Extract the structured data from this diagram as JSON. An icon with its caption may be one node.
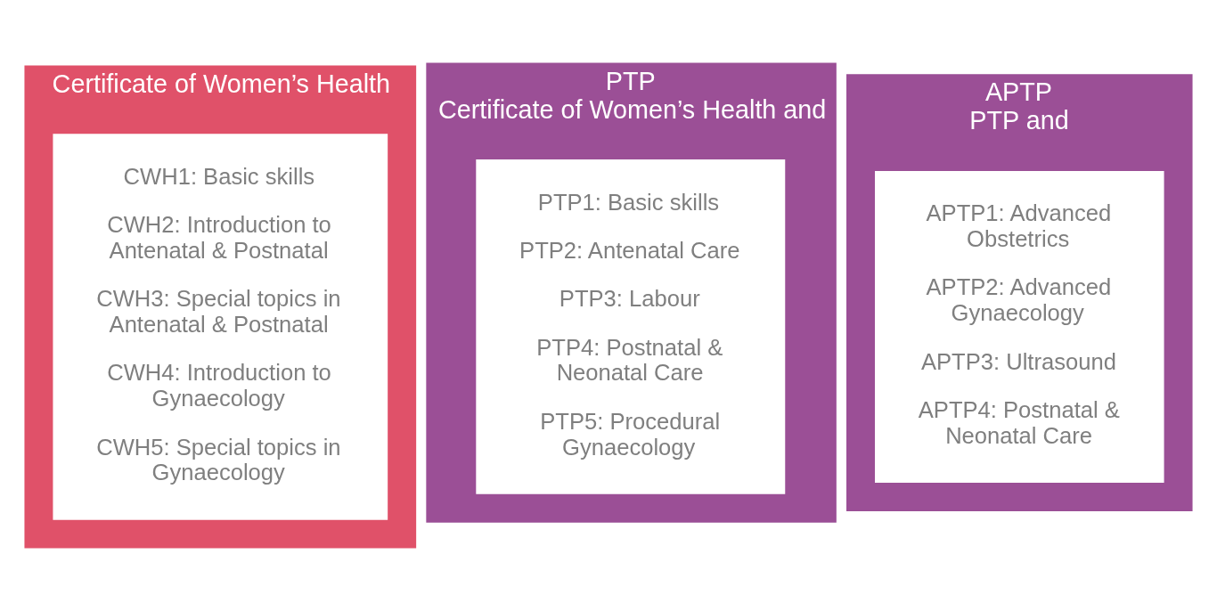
{
  "diagram": {
    "nodes": [
      {
        "text": [
          "Certificate of Women’s Health"
        ]
      },
      {
        "text": [
          "CWH1: Basic skills",
          "CWH2: Introduction to Antenatal & Postnatal",
          "CWH3: Special topics in Antenatal & Postnatal",
          "CWH4: Introduction to Gynaecology",
          "CWH5: Special topics in Gynaecology"
        ],
        "in": 0
      },
      {
        "text": [
          "PTP",
          "Certificate of Women’s Health and"
        ]
      },
      {
        "text": [
          "PTP1: Basic skills",
          "PTP2: Antenatal Care",
          "PTP3: Labour",
          "PTP4: Postnatal & Neonatal Care",
          "PTP5: Procedural Gynaecology"
        ],
        "in": 2
      },
      {
        "text": [
          "APTP",
          "PTP and"
        ]
      },
      {
        "text": [
          "APTP1: Advanced Obstetrics",
          "APTP2: Advanced Gynaecology",
          "APTP3: Ultrasound",
          "APTP4: Postnatal & Neonatal Care"
        ],
        "in": 4
      }
    ]
  }
}
